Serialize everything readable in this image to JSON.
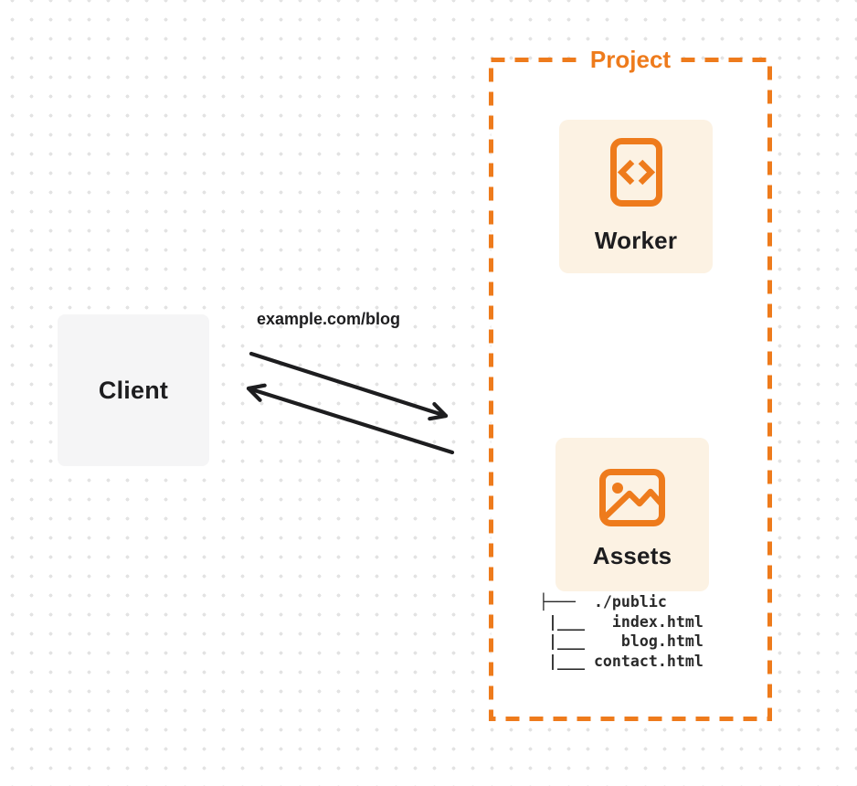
{
  "client": {
    "label": "Client"
  },
  "request": {
    "url_label": "example.com/blog"
  },
  "project": {
    "label": "Project",
    "worker": {
      "label": "Worker",
      "icon": "code-icon"
    },
    "assets": {
      "label": "Assets",
      "icon": "image-icon"
    },
    "file_tree": {
      "lines": [
        "├───  ./public",
        " |___   index.html",
        " |___    blog.html",
        " |___ contact.html"
      ]
    }
  },
  "colors": {
    "accent": "#EE7B1C",
    "card_bg": "#FCF2E3",
    "client_bg": "#F5F5F6",
    "ink": "#1D1D1F",
    "tree_ink": "#2A2A2A",
    "dot": "#E3E3E3"
  }
}
